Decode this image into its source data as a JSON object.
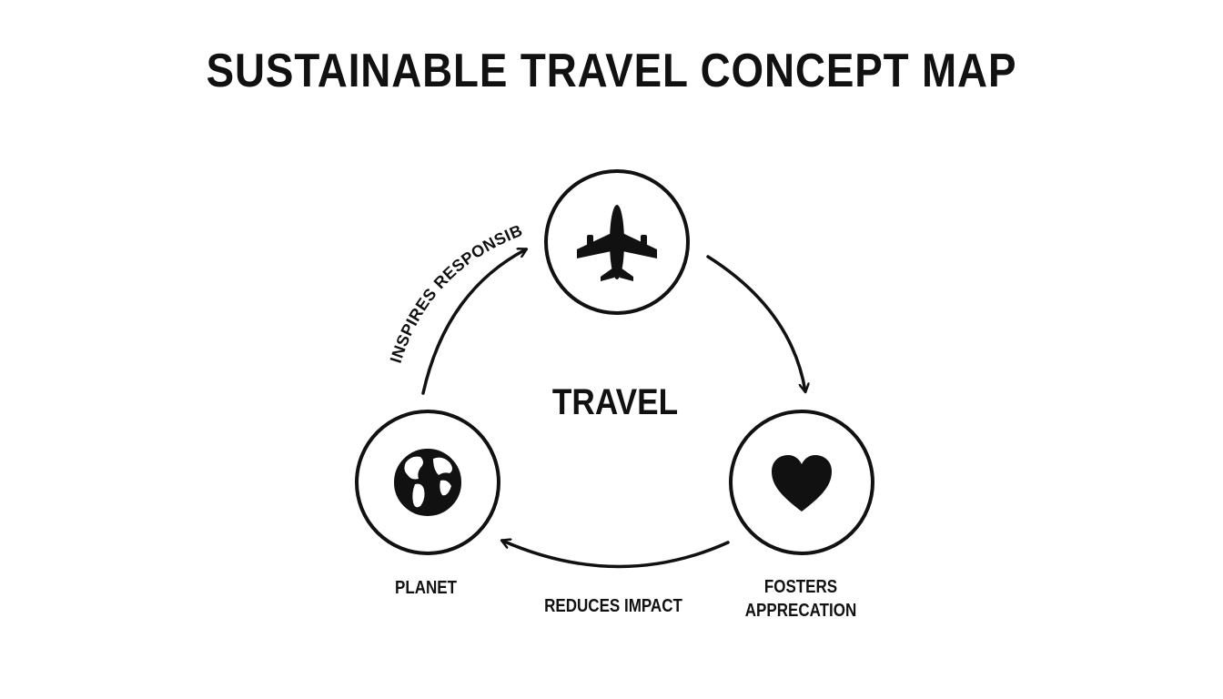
{
  "title": "SUSTAINABLE TRAVEL CONCEPT MAP",
  "center_label": "TRAVEL",
  "nodes": {
    "planet": {
      "icon": "globe-icon",
      "label": "PLANET"
    },
    "plane": {
      "icon": "airplane-icon"
    },
    "heart": {
      "icon": "heart-icon",
      "label_line1": "FOSTERS",
      "label_line2": "APPRECATION"
    }
  },
  "edges": {
    "planet_to_plane": "INSPIRES RESPONSIBILITY",
    "heart_to_planet": "REDUCES IMPACT"
  },
  "colors": {
    "stroke": "#111111",
    "background": "#ffffff"
  }
}
